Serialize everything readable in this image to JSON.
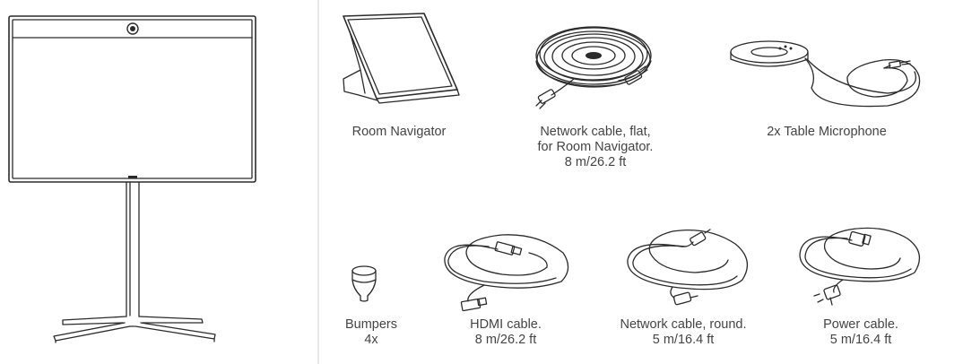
{
  "items": {
    "room_navigator": {
      "lines": [
        "Room Navigator"
      ]
    },
    "network_cable_flat": {
      "lines": [
        "Network cable, flat,",
        "for Room Navigator.",
        "8 m/26.2 ft"
      ]
    },
    "table_microphone": {
      "lines": [
        "2x Table Microphone"
      ]
    },
    "bumpers": {
      "lines": [
        "Bumpers",
        "4x"
      ]
    },
    "hdmi_cable": {
      "lines": [
        "HDMI cable.",
        "8 m/26.2 ft"
      ]
    },
    "network_cable_round": {
      "lines": [
        "Network cable, round.",
        "5 m/16.4 ft"
      ]
    },
    "power_cable": {
      "lines": [
        "Power cable.",
        "5 m/16.4 ft"
      ]
    }
  },
  "colors": {
    "line": "#2b2b2b",
    "text": "#444444",
    "divider": "#d0d0d0"
  }
}
